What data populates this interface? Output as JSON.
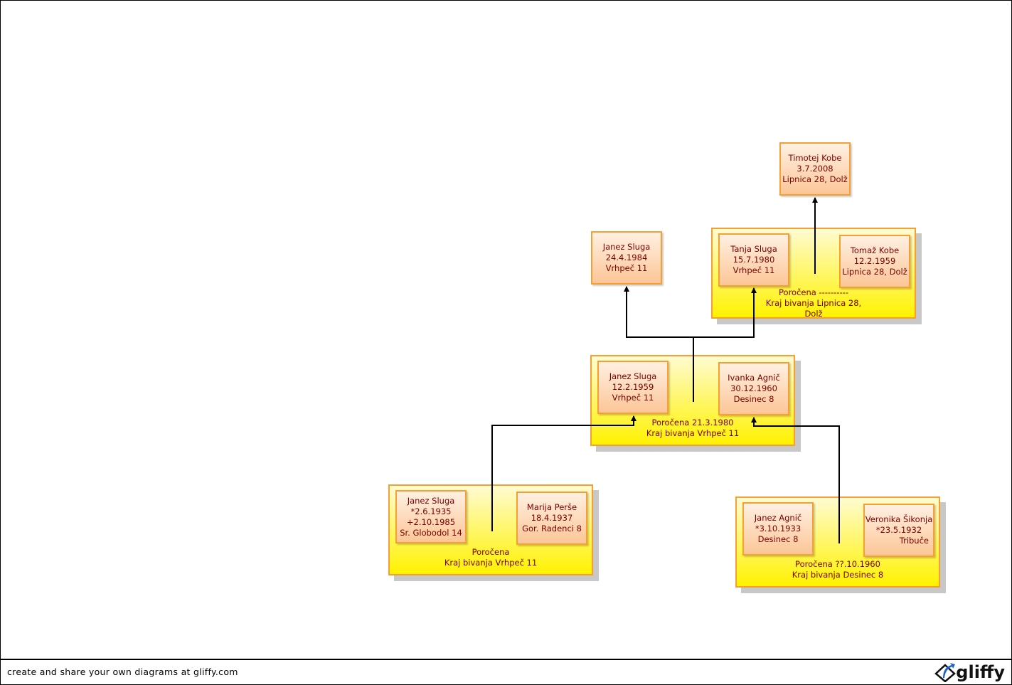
{
  "couples": {
    "c1": {
      "left": {
        "lines": [
          "Janez Sluga",
          "*2.6.1935",
          "+2.10.1985",
          "Sr. Globodol 14"
        ]
      },
      "right": {
        "lines": [
          "Marija Perše",
          "18.4.1937",
          "Gor. Radenci 8"
        ]
      },
      "note": [
        "Poročena",
        "Kraj bivanja Vrhpeč 11"
      ]
    },
    "c2": {
      "left": {
        "lines": [
          "Janez Sluga",
          "12.2.1959",
          "Vrhpeč 11"
        ]
      },
      "right": {
        "lines": [
          "Ivanka Agnič",
          "30.12.1960",
          "Desinec 8"
        ]
      },
      "note": [
        "Poročena 21.3.1980",
        "Kraj bivanja Vrhpeč 11"
      ]
    },
    "c3": {
      "left": {
        "lines": [
          "Janez Agnič",
          "*3.10.1933",
          "Desinec 8"
        ]
      },
      "right": {
        "lines": [
          "Veronika Šikonja",
          "*23.5.1932",
          "Tribuče"
        ]
      },
      "note": [
        "Poročena ??.10.1960",
        "Kraj bivanja Desinec 8"
      ]
    },
    "c4": {
      "left": {
        "lines": [
          "Tanja Sluga",
          "15.7.1980",
          "Vrhpeč 11"
        ]
      },
      "right": {
        "lines": [
          "Tomaž Kobe",
          "12.2.1959",
          "Lipnica 28, Dolž"
        ]
      },
      "note": [
        "Poročena ----------",
        "Kraj bivanja Lipnica 28,",
        "Dolž"
      ]
    }
  },
  "singles": {
    "janez": {
      "lines": [
        "Janez Sluga",
        "24.4.1984",
        "Vrhpeč 11"
      ]
    },
    "timotej": {
      "lines": [
        "Timotej Kobe",
        "3.7.2008",
        "Lipnica 28, Dolž"
      ]
    }
  },
  "footer": {
    "text": "create and share your own diagrams at gliffy.com",
    "logo": "gliffy"
  },
  "colors": {
    "border": "#f5a033",
    "text": "#7a0000"
  }
}
